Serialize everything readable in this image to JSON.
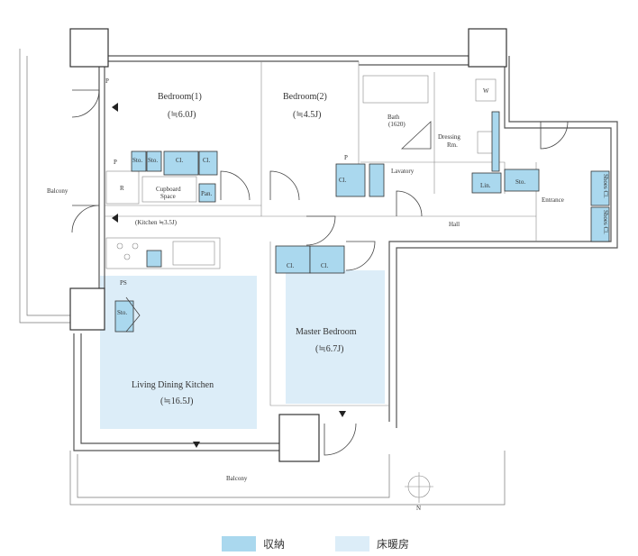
{
  "rooms": {
    "bedroom1": {
      "name": "Bedroom(1)",
      "size": "(≒6.0J)"
    },
    "bedroom2": {
      "name": "Bedroom(2)",
      "size": "(≒4.5J)"
    },
    "bath": {
      "name": "Bath",
      "size": "(1620)"
    },
    "dressing": {
      "name1": "Dressing",
      "name2": "Rm."
    },
    "lavatory": "Lavatory",
    "hall": "Hall",
    "entrance": "Entrance",
    "kitchen": "(Kitchen ≒3.5J)",
    "ldk": {
      "name": "Living Dining Kitchen",
      "size": "(≒16.5J)"
    },
    "master": {
      "name": "Master Bedroom",
      "size": "(≒6.7J)"
    },
    "balcony_left": "Balcony",
    "balcony_bottom": "Balcony"
  },
  "fixtures": {
    "p": "P",
    "r": "R",
    "w": "W",
    "ps": "PS",
    "sto": "Sto.",
    "cl": "Cl.",
    "pan": "Pan.",
    "lin": "Lin.",
    "shoes": "Shoes Cl.",
    "cupboard1": "Cupboard",
    "cupboard2": "Space"
  },
  "compass": "N",
  "legend": [
    {
      "label": "収納",
      "color": "#aad8ee"
    },
    {
      "label": "床暖房",
      "color": "#dcedf8"
    }
  ]
}
